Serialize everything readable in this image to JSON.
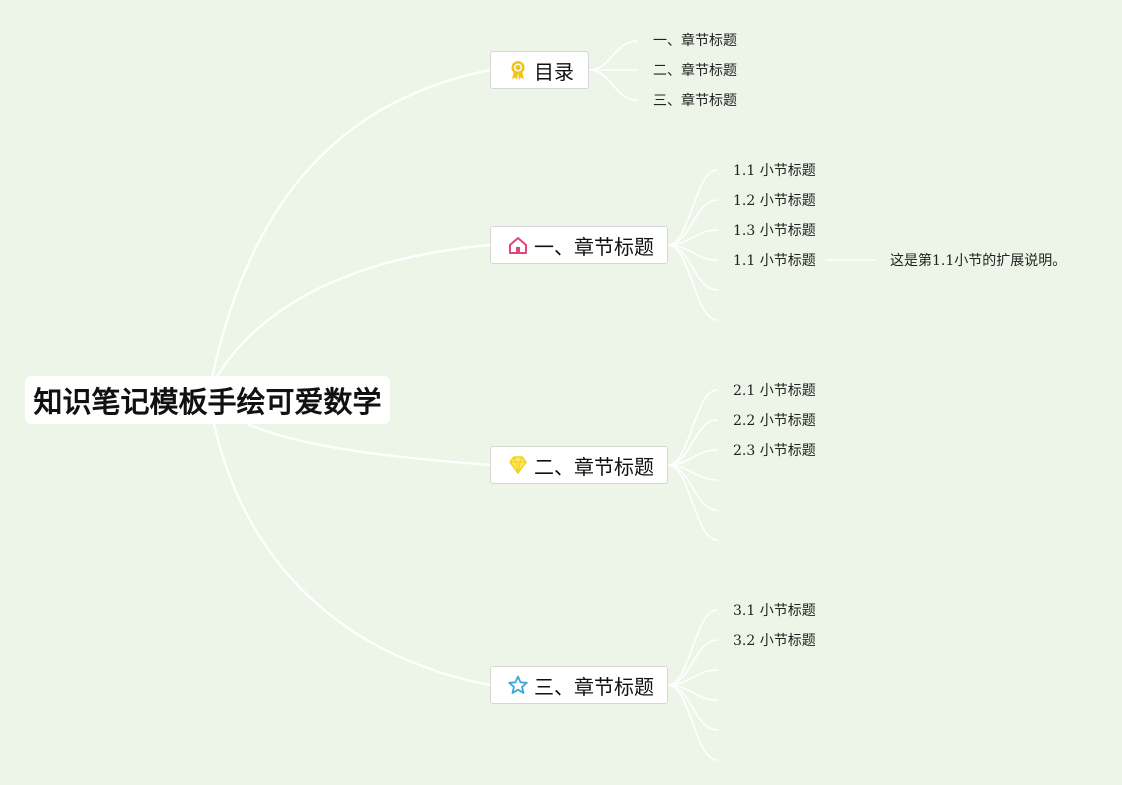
{
  "mindmap": {
    "root": {
      "label": "知识笔记模板手绘可爱数学"
    },
    "branches": [
      {
        "label": "目录",
        "icon": "award-ribbon-icon",
        "icon_color": "#f0c419",
        "children": [
          "一、章节标题",
          "二、章节标题",
          "三、章节标题"
        ]
      },
      {
        "label": "一、章节标题",
        "icon": "house-icon",
        "icon_color": "#e0457b",
        "children": [
          "1.1 小节标题",
          "1.2 小节标题",
          "1.3 小节标题",
          "1.1 小节标题"
        ],
        "note": "这是第1.1小节的扩展说明。"
      },
      {
        "label": "二、章节标题",
        "icon": "diamond-icon",
        "icon_color": "#f2d21c",
        "children": [
          "2.1 小节标题",
          "2.2 小节标题",
          "2.3 小节标题"
        ]
      },
      {
        "label": "三、章节标题",
        "icon": "star-icon",
        "icon_color": "#3fa7d6",
        "children": [
          "3.1 小节标题",
          "3.2 小节标题"
        ]
      }
    ]
  },
  "colors": {
    "background": "#edf5e8",
    "connector": "#ffffff"
  }
}
